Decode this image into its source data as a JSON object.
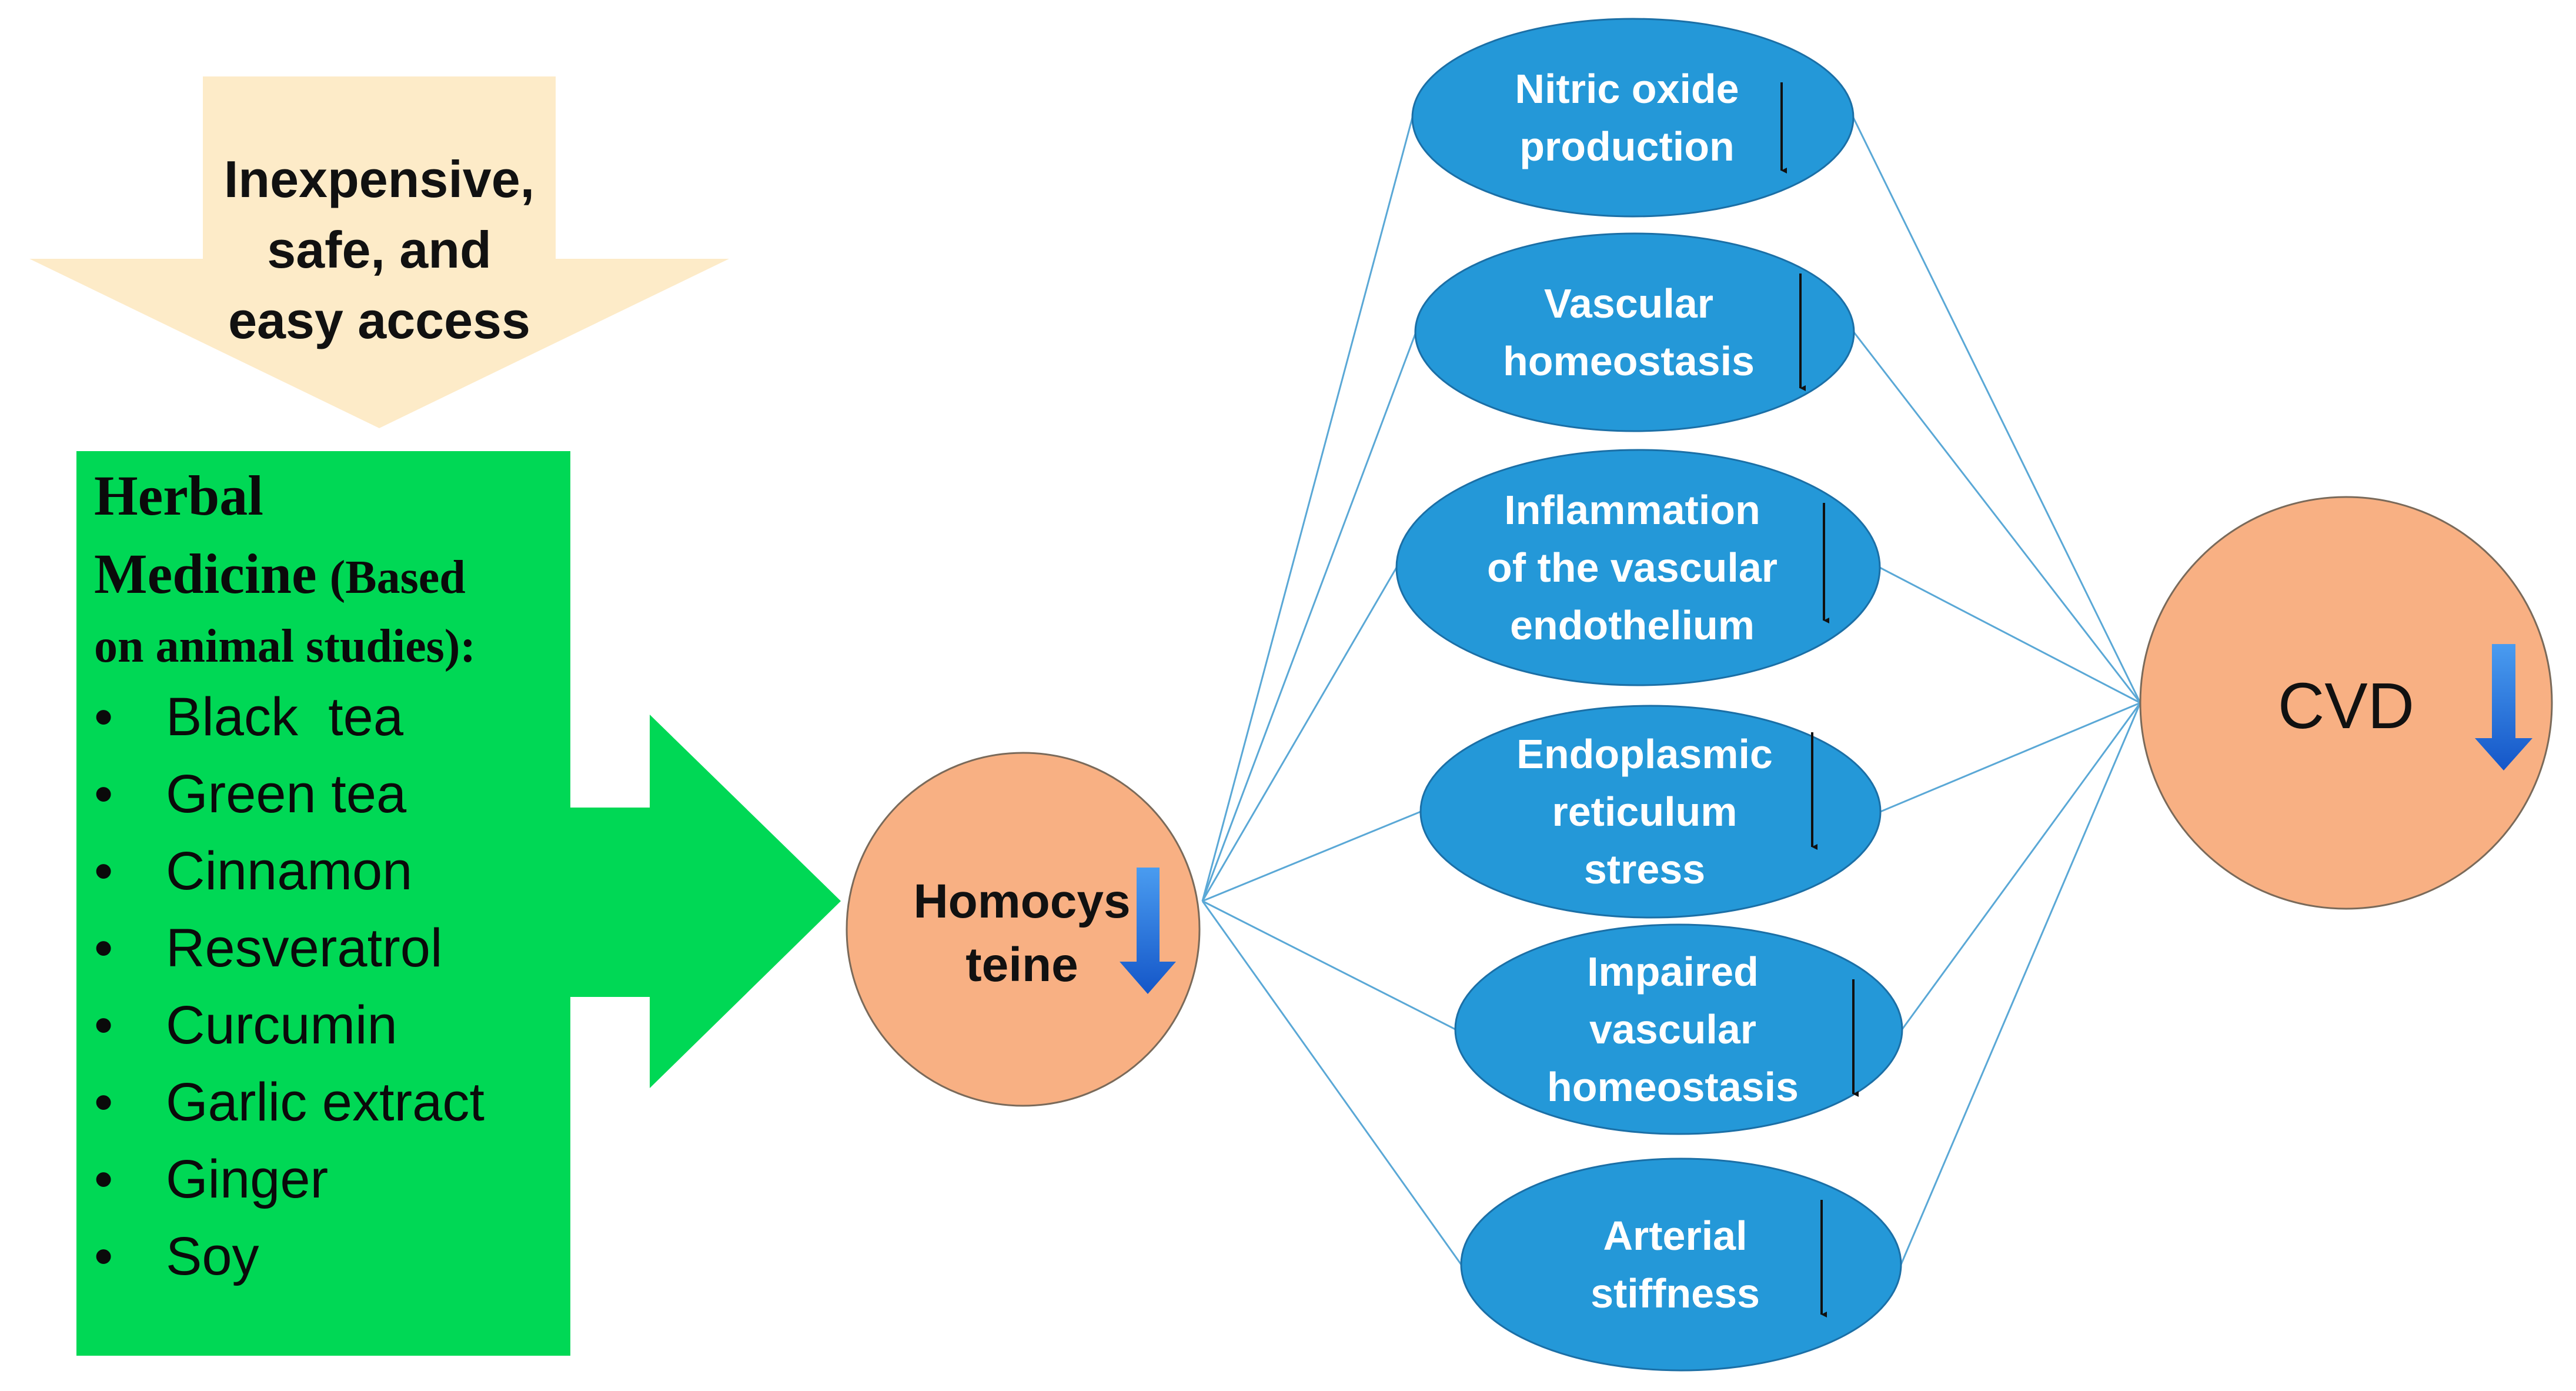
{
  "colors": {
    "down_arrow_fill": "#fdebc8",
    "herbal_box_fill": "#00d855",
    "circle_fill": "#f8b083",
    "circle_stroke": "#7a6a5a",
    "oval_fill": "#2498d8",
    "oval_stroke": "#1b6fa6",
    "connector_line": "#5aa8d6",
    "blue_arrow": "#1e6fd9"
  },
  "access_arrow": {
    "line1": "Inexpensive,",
    "line2": "safe, and",
    "line3": "easy access"
  },
  "herbal": {
    "title_line1": "Herbal",
    "title_line2": "Medicine",
    "title_suffix": "(Based",
    "title_line3": "on animal studies):",
    "bullet_symbol": "•",
    "items": [
      "Black  tea",
      "Green tea",
      "Cinnamon",
      "Resveratrol",
      "Curcumin",
      "Garlic extract",
      "Ginger",
      "Soy"
    ]
  },
  "homocysteine": {
    "line1": "Homocys",
    "line2": "teine",
    "trend": "decrease"
  },
  "effects": [
    {
      "lines": [
        "Nitric oxide",
        "production"
      ],
      "trend": "decrease"
    },
    {
      "lines": [
        "Vascular",
        "homeostasis"
      ],
      "trend": "decrease"
    },
    {
      "lines": [
        "Inflammation",
        "of the vascular",
        "endothelium"
      ],
      "trend": "decrease"
    },
    {
      "lines": [
        "Endoplasmic",
        "reticulum",
        "stress"
      ],
      "trend": "decrease"
    },
    {
      "lines": [
        "Impaired",
        "vascular",
        "homeostasis"
      ],
      "trend": "decrease"
    },
    {
      "lines": [
        "Arterial",
        "stiffness"
      ],
      "trend": "decrease"
    }
  ],
  "outcome": {
    "label": "CVD",
    "trend": "decrease"
  }
}
